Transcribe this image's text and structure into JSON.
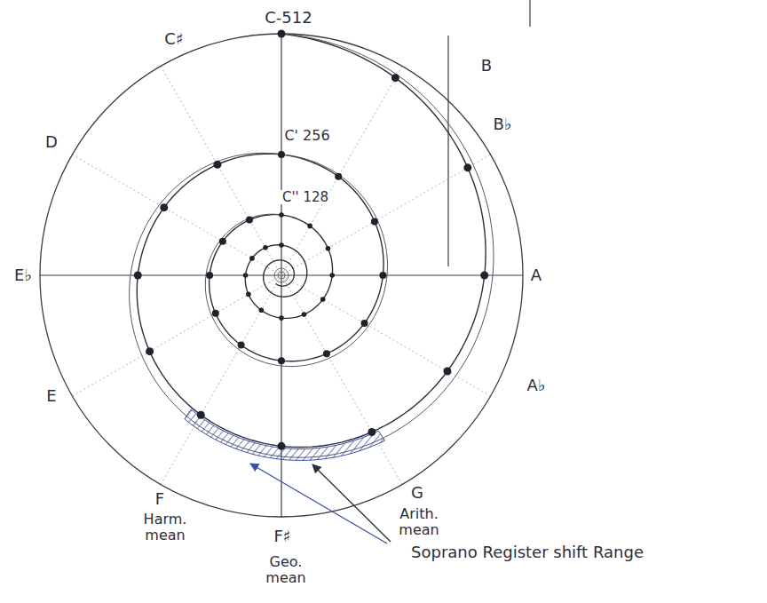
{
  "diagram": {
    "labels": [
      "C-512",
      "B",
      "C♯",
      "C' 256",
      "B♭",
      "D",
      "C'' 128",
      "E♭",
      "A",
      "A♭",
      "E",
      "G",
      "Arith. mean",
      "F",
      "Harm. mean",
      "F♯",
      "Geo. mean",
      "Soprano Register shift Range"
    ]
  }
}
